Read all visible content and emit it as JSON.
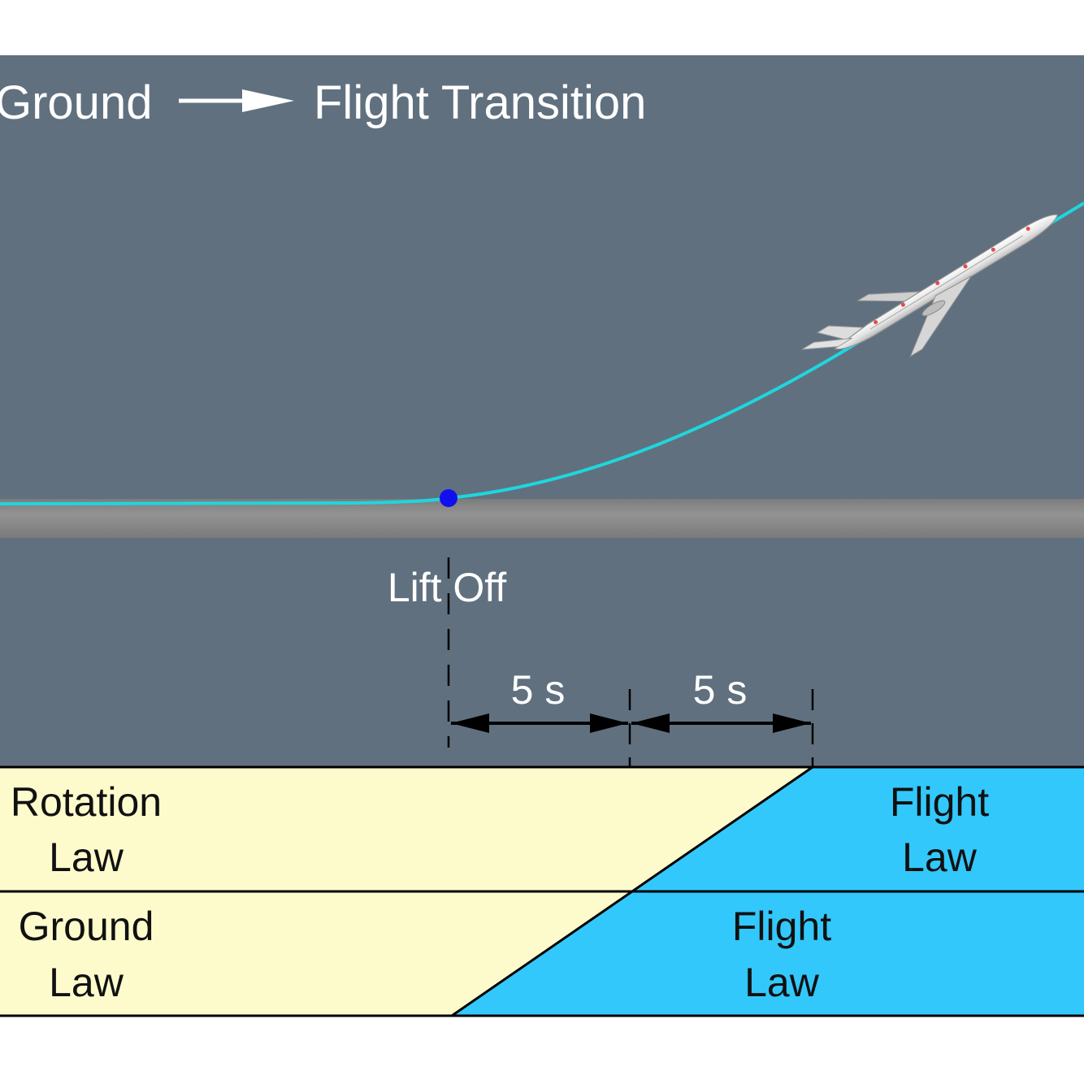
{
  "title": {
    "from": "Ground",
    "to": "Flight Transition"
  },
  "lift_off_label": "Lift Off",
  "intervals": [
    {
      "label": "5 s"
    },
    {
      "label": "5 s"
    }
  ],
  "laws": {
    "row1_left": [
      "Rotation",
      "Law"
    ],
    "row1_right": [
      "Flight",
      "Law"
    ],
    "row2_left": [
      "Ground",
      "Law"
    ],
    "row2_right": [
      "Flight",
      "Law"
    ]
  },
  "colors": {
    "sky": "#60707f",
    "runway": "#8c8c8c",
    "trajectory": "#1fd6dd",
    "lift_off_dot": "#1010ee",
    "old_law_fill": "#fdfbcc",
    "new_law_fill": "#33c8fb",
    "text_light": "#ffffff",
    "text_dark": "#111111"
  },
  "icons": {
    "title_arrow": "right-arrow-icon",
    "aircraft": "airplane-icon"
  }
}
